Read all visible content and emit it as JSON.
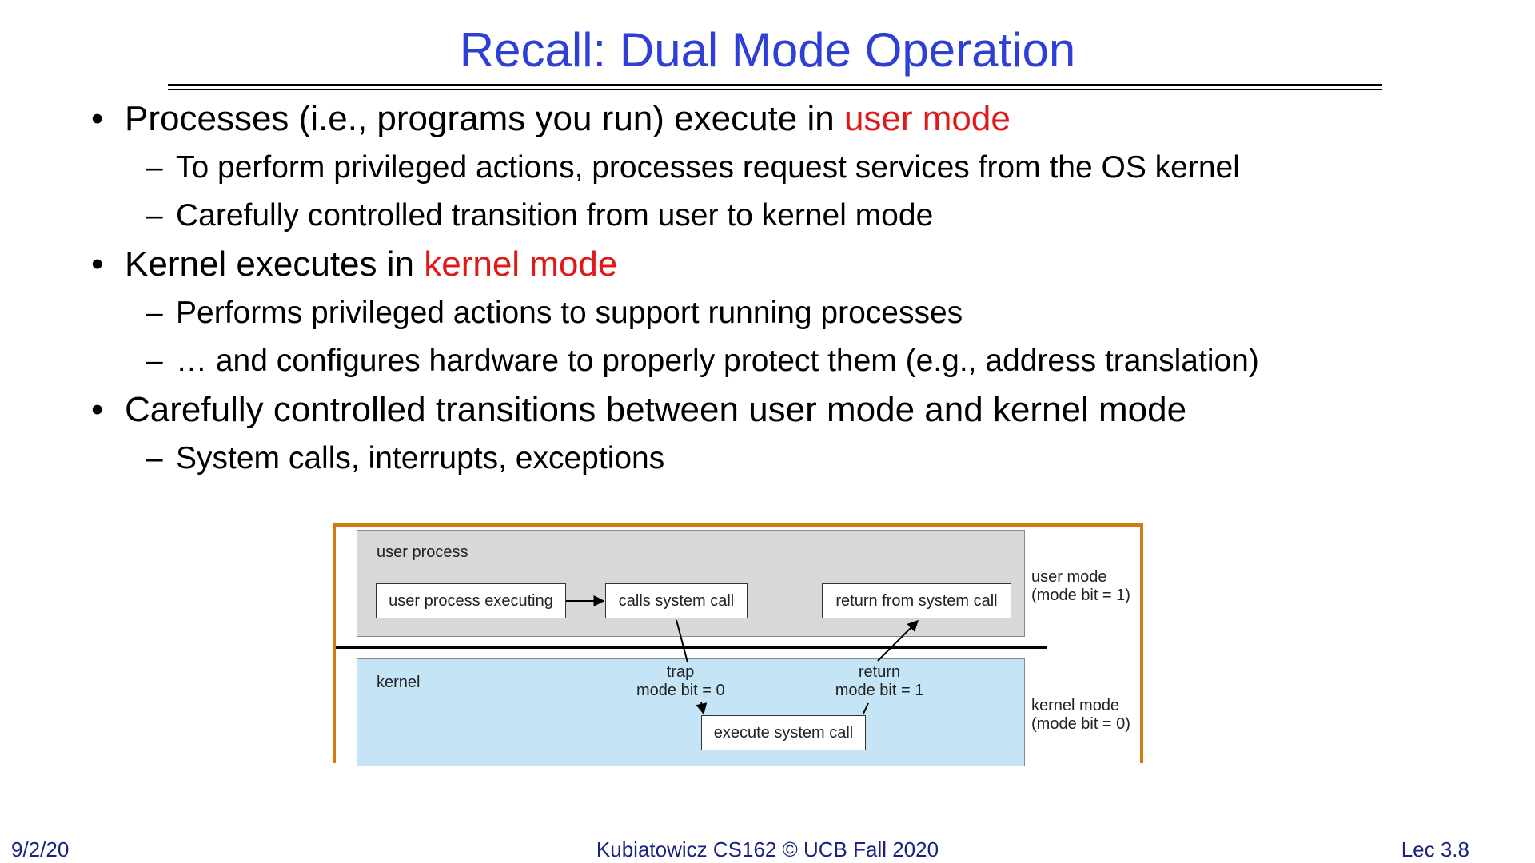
{
  "title": "Recall: Dual Mode Operation",
  "bullets": [
    {
      "text": "Processes (i.e., programs you run) execute in ",
      "emphasis": "user mode",
      "subs": [
        "To perform privileged actions, processes request services from the OS kernel",
        "Carefully controlled transition from user to kernel mode"
      ]
    },
    {
      "text": "Kernel executes in ",
      "emphasis": "kernel mode",
      "subs": [
        "Performs privileged actions to support running processes",
        "… and configures hardware to properly protect them (e.g., address translation)"
      ]
    },
    {
      "text": "Carefully controlled transitions between user mode and kernel mode",
      "emphasis": "",
      "subs": [
        "System calls, interrupts, exceptions"
      ]
    }
  ],
  "bullet_symbol": "•",
  "dash_symbol": "–",
  "diagram": {
    "user_region_label": "user process",
    "kernel_region_label": "kernel",
    "boxes": {
      "user_exec": "user process executing",
      "calls": "calls system call",
      "return_from": "return from system call",
      "execute": "execute system call"
    },
    "trap": {
      "line1": "trap",
      "line2": "mode bit = 0"
    },
    "return": {
      "line1": "return",
      "line2": "mode bit = 1"
    },
    "user_mode": {
      "line1": "user mode",
      "line2": "(mode bit = 1)"
    },
    "kernel_mode": {
      "line1": "kernel mode",
      "line2": "(mode bit = 0)"
    }
  },
  "footer": {
    "date": "9/2/20",
    "center": "Kubiatowicz CS162 © UCB Fall 2020",
    "lecture": "Lec 3.8"
  },
  "colors": {
    "title": "#2d3fd6",
    "emphasis": "#e01818",
    "footer": "#1a237e",
    "frame": "#d07a10",
    "kernel_bg": "#c5e5f7",
    "user_bg": "#d8d8d8"
  }
}
